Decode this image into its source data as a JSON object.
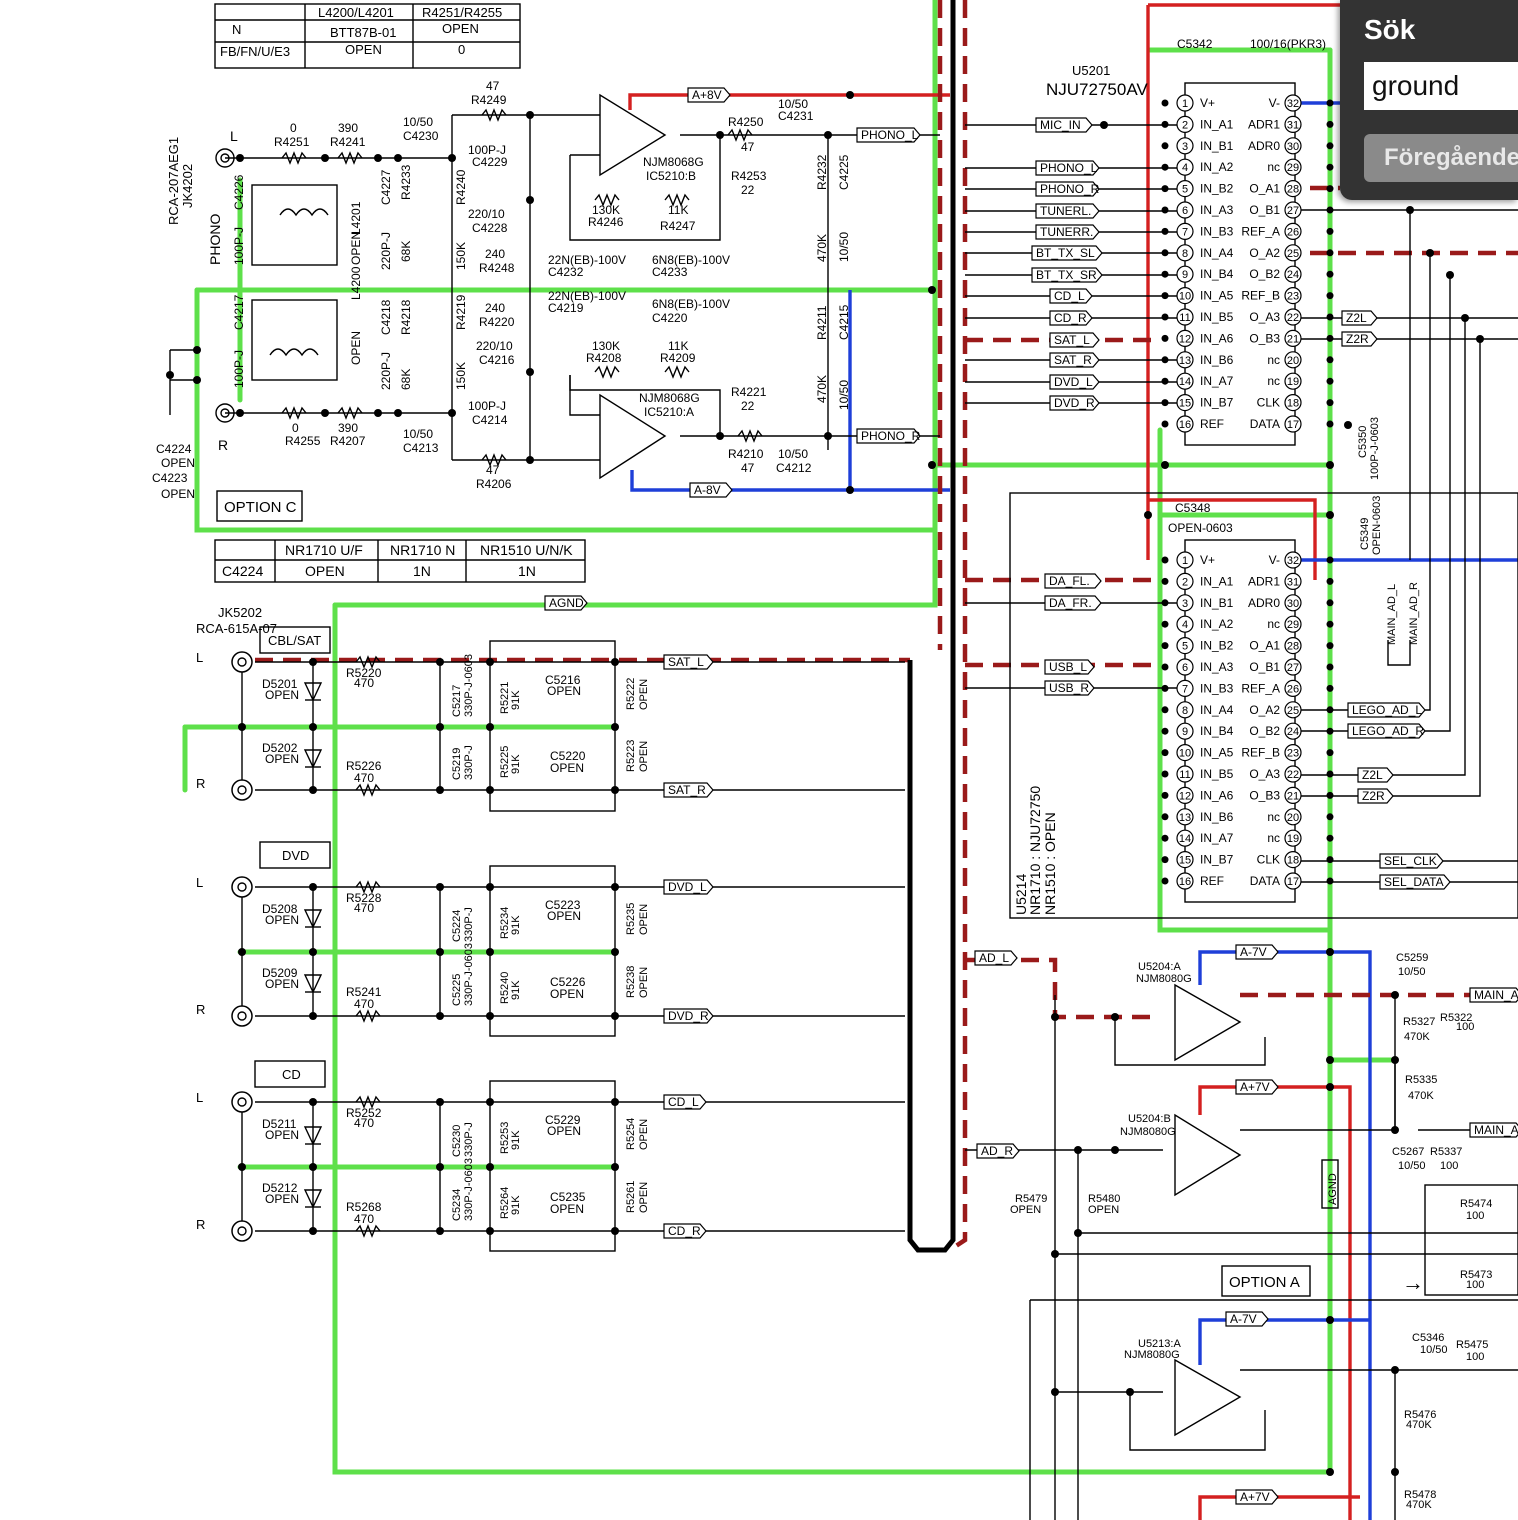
{
  "search": {
    "title": "Sök",
    "query": "ground",
    "prev_label": "Föregående"
  },
  "tables": {
    "top": {
      "headers": [
        "",
        "L4200/L4201",
        "R4251/R4255"
      ],
      "rows": [
        [
          "N",
          "BTT87B-01",
          "OPEN"
        ],
        [
          "FB/FN/U/E3",
          "OPEN",
          "0"
        ]
      ]
    },
    "c4224": {
      "headers": [
        "",
        "NR1710 U/F",
        "NR1710 N",
        "NR1510 U/N/K"
      ],
      "rows": [
        [
          "C4224",
          "OPEN",
          "1N",
          "1N"
        ]
      ]
    }
  },
  "options": {
    "c": "OPTION C",
    "a": "OPTION A"
  },
  "phono_section": {
    "jack": "RCA-207AEG1",
    "jack_ref": "JK4202",
    "phono": "PHONO",
    "ch_l": "L",
    "ch_r": "R",
    "labels": [
      "R4251",
      "0",
      "R4241",
      "390",
      "C4226",
      "100P-J",
      "C4217",
      "100P-J",
      "L4201",
      "OPEN",
      "L4200",
      "OPEN",
      "C4227",
      "220P-J",
      "C4218",
      "220P-J",
      "R4233",
      "68K",
      "R4218",
      "68K",
      "R4255",
      "0",
      "R4207",
      "390",
      "C4230",
      "10/50",
      "C4213",
      "10/50",
      "R4240",
      "150K",
      "R4219",
      "150K",
      "R4249",
      "47",
      "R4206",
      "47",
      "C4229",
      "100P-J",
      "C4214",
      "100P-J",
      "C4228",
      "220/10",
      "C4216",
      "220/10",
      "R4248",
      "240",
      "R4220",
      "240",
      "C4232",
      "22N(EB)-100V",
      "C4219",
      "22N(EB)-100V",
      "C4233",
      "6N8(EB)-100V",
      "C4220",
      "6N8(EB)-100V",
      "R4246",
      "130K",
      "R4247",
      "11K",
      "R4208",
      "130K",
      "R4209",
      "11K",
      "NJM8068G",
      "IC5210:B",
      "NJM8068G",
      "IC5210:A",
      "R4250",
      "47",
      "C4231",
      "10/50",
      "R4253",
      "22",
      "R4221",
      "22",
      "R4210",
      "47",
      "C4212",
      "10/50",
      "R4232",
      "470K",
      "C4225",
      "10/50",
      "R4211",
      "470K",
      "C4215",
      "10/50",
      "C4224",
      "OPEN",
      "C4223",
      "OPEN"
    ],
    "net_labels": [
      "A+8V",
      "A-8V",
      "PHONO_L",
      "PHONO_R",
      "AGND"
    ]
  },
  "input_section": {
    "jack": "RCA-615A-07",
    "jack_ref": "JK5202",
    "groups": [
      {
        "name": "CBL/SAT",
        "out_l": "SAT_L",
        "out_r": "SAT_R",
        "parts": [
          "R5220",
          "470",
          "R5226",
          "470",
          "D5201",
          "OPEN",
          "D5202",
          "OPEN",
          "C5217",
          "330P-J-0603",
          "C5219",
          "330P-J",
          "R5221",
          "91K",
          "R5225",
          "91K",
          "C5216",
          "OPEN",
          "C5220",
          "OPEN",
          "R5222",
          "OPEN",
          "R5223",
          "OPEN"
        ]
      },
      {
        "name": "DVD",
        "out_l": "DVD_L",
        "out_r": "DVD_R",
        "parts": [
          "R5228",
          "470",
          "R5241",
          "470",
          "D5208",
          "OPEN",
          "D5209",
          "OPEN",
          "C5224",
          "330P-J",
          "C5225",
          "330P-J-0603",
          "R5234",
          "91K",
          "R5240",
          "91K",
          "C5223",
          "OPEN",
          "C5226",
          "OPEN",
          "R5235",
          "OPEN",
          "R5238",
          "OPEN"
        ]
      },
      {
        "name": "CD",
        "out_l": "CD_L",
        "out_r": "CD_R",
        "parts": [
          "R5252",
          "470",
          "R5268",
          "470",
          "D5211",
          "OPEN",
          "D5212",
          "OPEN",
          "C5230",
          "330P-J",
          "C5234",
          "330P-J-0603",
          "R5253",
          "91K",
          "R5264",
          "91K",
          "C5229",
          "OPEN",
          "C5235",
          "OPEN",
          "R5254",
          "OPEN",
          "R5261",
          "OPEN"
        ]
      }
    ]
  },
  "u5201": {
    "ref": "U5201",
    "part": "NJU72750AV",
    "left_pins": [
      "V+",
      "IN_A1",
      "IN_B1",
      "IN_A2",
      "IN_B2",
      "IN_A3",
      "IN_B3",
      "IN_A4",
      "IN_B4",
      "IN_A5",
      "IN_B5",
      "IN_A6",
      "IN_B6",
      "IN_A7",
      "IN_B7",
      "REF"
    ],
    "right_pins": [
      "V-",
      "ADR1",
      "ADR0",
      "nc",
      "O_A1",
      "O_B1",
      "REF_A",
      "O_A2",
      "O_B2",
      "REF_B",
      "O_A3",
      "O_B3",
      "nc",
      "nc",
      "CLK",
      "DATA"
    ],
    "inputs": [
      "MIC_IN",
      "PHONO_L",
      "PHONO_R",
      "TUNERL.",
      "TUNERR.",
      "BT_TX_SL",
      "BT_TX_SR",
      "CD_L",
      "CD_R",
      "SAT_L",
      "SAT_R",
      "DVD_L",
      "DVD_R"
    ],
    "outputs": [
      "Z2L",
      "Z2R"
    ],
    "caps": [
      "C5342",
      "100/16(PKR3)",
      "C5350",
      "100P-J-0603"
    ]
  },
  "u5214": {
    "ref": "U5214",
    "variants": [
      "NR1710 : NJU72750",
      "NR1510 : OPEN"
    ],
    "left_pins": [
      "V+",
      "IN_A1",
      "IN_B1",
      "IN_A2",
      "IN_B2",
      "IN_A3",
      "IN_B3",
      "IN_A4",
      "IN_B4",
      "IN_A5",
      "IN_B5",
      "IN_A6",
      "IN_B6",
      "IN_A7",
      "IN_B7",
      "REF"
    ],
    "right_pins": [
      "V-",
      "ADR1",
      "ADR0",
      "nc",
      "O_A1",
      "O_B1",
      "REF_A",
      "O_A2",
      "O_B2",
      "REF_B",
      "O_A3",
      "O_B3",
      "nc",
      "nc",
      "CLK",
      "DATA"
    ],
    "inputs": [
      "DA_FL.",
      "DA_FR.",
      "USB_L",
      "USB_R"
    ],
    "outputs": [
      "MAIN_AD_L",
      "MAIN_AD_R",
      "LEGO_AD_L",
      "LEGO_AD_R",
      "Z2L",
      "Z2R",
      "SEL_CLK",
      "SEL_DATA"
    ],
    "caps": [
      "C5348",
      "OPEN-0603",
      "C5349",
      "OPEN-0603"
    ]
  },
  "opamps": [
    {
      "ref": "U5204:A",
      "part": "NJM8080G",
      "rail": "A-7V",
      "in": "AD_L",
      "parts": [
        "C5259",
        "10/50",
        "R5322",
        "100",
        "R5327",
        "470K",
        "R5335",
        "470K"
      ],
      "out": "MAIN_A"
    },
    {
      "ref": "U5204:B",
      "part": "NJM8080G",
      "rail": "A+7V",
      "in": "AD_R",
      "parts": [
        "C5267",
        "10/50",
        "R5337",
        "100",
        "R5479",
        "OPEN",
        "R5480",
        "OPEN"
      ],
      "out": "MAIN_A"
    },
    {
      "ref": "U5213:A",
      "part": "NJM8080G",
      "rail": "A-7V",
      "parts": [
        "C5346",
        "10/50",
        "R5475",
        "100",
        "R5476",
        "470K",
        "R5478",
        "470K",
        "R5474",
        "100",
        "R5473",
        "100"
      ]
    }
  ],
  "net": {
    "agnd": "AGND",
    "rail_pos": "A+7V"
  }
}
